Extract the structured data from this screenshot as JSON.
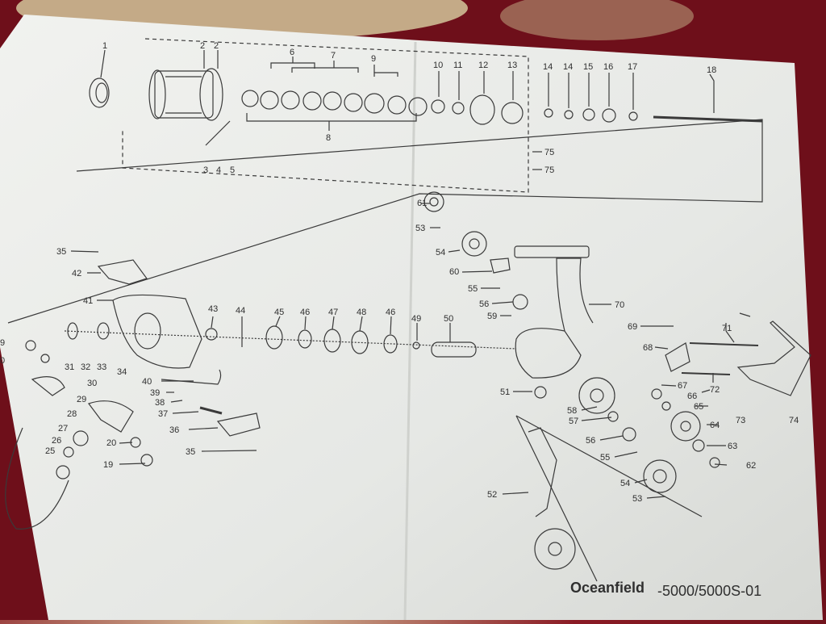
{
  "footer": {
    "model": "Oceanfield",
    "suffix": "-5000/5000S-01"
  },
  "colors": {
    "paper": "#eceeeb",
    "ink": "#3a3a3a",
    "rug": "#7a1420",
    "rug_light": "#cdbb93"
  },
  "labels": [
    {
      "id": "p1",
      "text": "1"
    },
    {
      "id": "p2a",
      "text": "2"
    },
    {
      "id": "p2b",
      "text": "2"
    },
    {
      "id": "p3",
      "text": "3"
    },
    {
      "id": "p4",
      "text": "4"
    },
    {
      "id": "p5",
      "text": "5"
    },
    {
      "id": "p6",
      "text": "6"
    },
    {
      "id": "p7",
      "text": "7"
    },
    {
      "id": "p8",
      "text": "8"
    },
    {
      "id": "p9",
      "text": "9"
    },
    {
      "id": "p10",
      "text": "10"
    },
    {
      "id": "p11",
      "text": "11"
    },
    {
      "id": "p12",
      "text": "12"
    },
    {
      "id": "p13",
      "text": "13"
    },
    {
      "id": "p14a",
      "text": "14"
    },
    {
      "id": "p14b",
      "text": "14"
    },
    {
      "id": "p15",
      "text": "15"
    },
    {
      "id": "p16",
      "text": "16"
    },
    {
      "id": "p17",
      "text": "17"
    },
    {
      "id": "p18",
      "text": "18"
    },
    {
      "id": "p75a",
      "text": "75"
    },
    {
      "id": "p75b",
      "text": "75"
    },
    {
      "id": "p61",
      "text": "61"
    },
    {
      "id": "p53a",
      "text": "53"
    },
    {
      "id": "p54a",
      "text": "54"
    },
    {
      "id": "p60",
      "text": "60"
    },
    {
      "id": "p55a",
      "text": "55"
    },
    {
      "id": "p56a",
      "text": "56"
    },
    {
      "id": "p59",
      "text": "59"
    },
    {
      "id": "p70",
      "text": "70"
    },
    {
      "id": "p69",
      "text": "69"
    },
    {
      "id": "p71",
      "text": "71"
    },
    {
      "id": "p68",
      "text": "68"
    },
    {
      "id": "p72",
      "text": "72"
    },
    {
      "id": "p74",
      "text": "74"
    },
    {
      "id": "p73",
      "text": "73"
    },
    {
      "id": "p67",
      "text": "67"
    },
    {
      "id": "p66",
      "text": "66"
    },
    {
      "id": "p65",
      "text": "65"
    },
    {
      "id": "p64",
      "text": "64"
    },
    {
      "id": "p63",
      "text": "63"
    },
    {
      "id": "p62",
      "text": "62"
    },
    {
      "id": "p58",
      "text": "58"
    },
    {
      "id": "p57",
      "text": "57"
    },
    {
      "id": "p56b",
      "text": "56"
    },
    {
      "id": "p55b",
      "text": "55"
    },
    {
      "id": "p54b",
      "text": "54"
    },
    {
      "id": "p53b",
      "text": "53"
    },
    {
      "id": "p52",
      "text": "52"
    },
    {
      "id": "p51",
      "text": "51"
    },
    {
      "id": "p50",
      "text": "50"
    },
    {
      "id": "p49",
      "text": "49"
    },
    {
      "id": "p46b",
      "text": "46"
    },
    {
      "id": "p48",
      "text": "48"
    },
    {
      "id": "p47",
      "text": "47"
    },
    {
      "id": "p46a",
      "text": "46"
    },
    {
      "id": "p45",
      "text": "45"
    },
    {
      "id": "p44",
      "text": "44"
    },
    {
      "id": "p43",
      "text": "43"
    },
    {
      "id": "p41",
      "text": "41"
    },
    {
      "id": "p42",
      "text": "42"
    },
    {
      "id": "p35a",
      "text": "35"
    },
    {
      "id": "p35b",
      "text": "35"
    },
    {
      "id": "p36",
      "text": "36"
    },
    {
      "id": "p37",
      "text": "37"
    },
    {
      "id": "p38",
      "text": "38"
    },
    {
      "id": "p39",
      "text": "39"
    },
    {
      "id": "p40",
      "text": "40"
    },
    {
      "id": "p34",
      "text": "34"
    },
    {
      "id": "p33",
      "text": "33"
    },
    {
      "id": "p32",
      "text": "32"
    },
    {
      "id": "p31",
      "text": "31"
    },
    {
      "id": "p30",
      "text": "30"
    },
    {
      "id": "p29",
      "text": "29"
    },
    {
      "id": "p28",
      "text": "28"
    },
    {
      "id": "p27",
      "text": "27"
    },
    {
      "id": "p26",
      "text": "26"
    },
    {
      "id": "p25",
      "text": "25"
    },
    {
      "id": "p20",
      "text": "20"
    },
    {
      "id": "p19",
      "text": "19"
    },
    {
      "id": "p9l",
      "text": "9"
    },
    {
      "id": "p0l",
      "text": "0"
    }
  ]
}
